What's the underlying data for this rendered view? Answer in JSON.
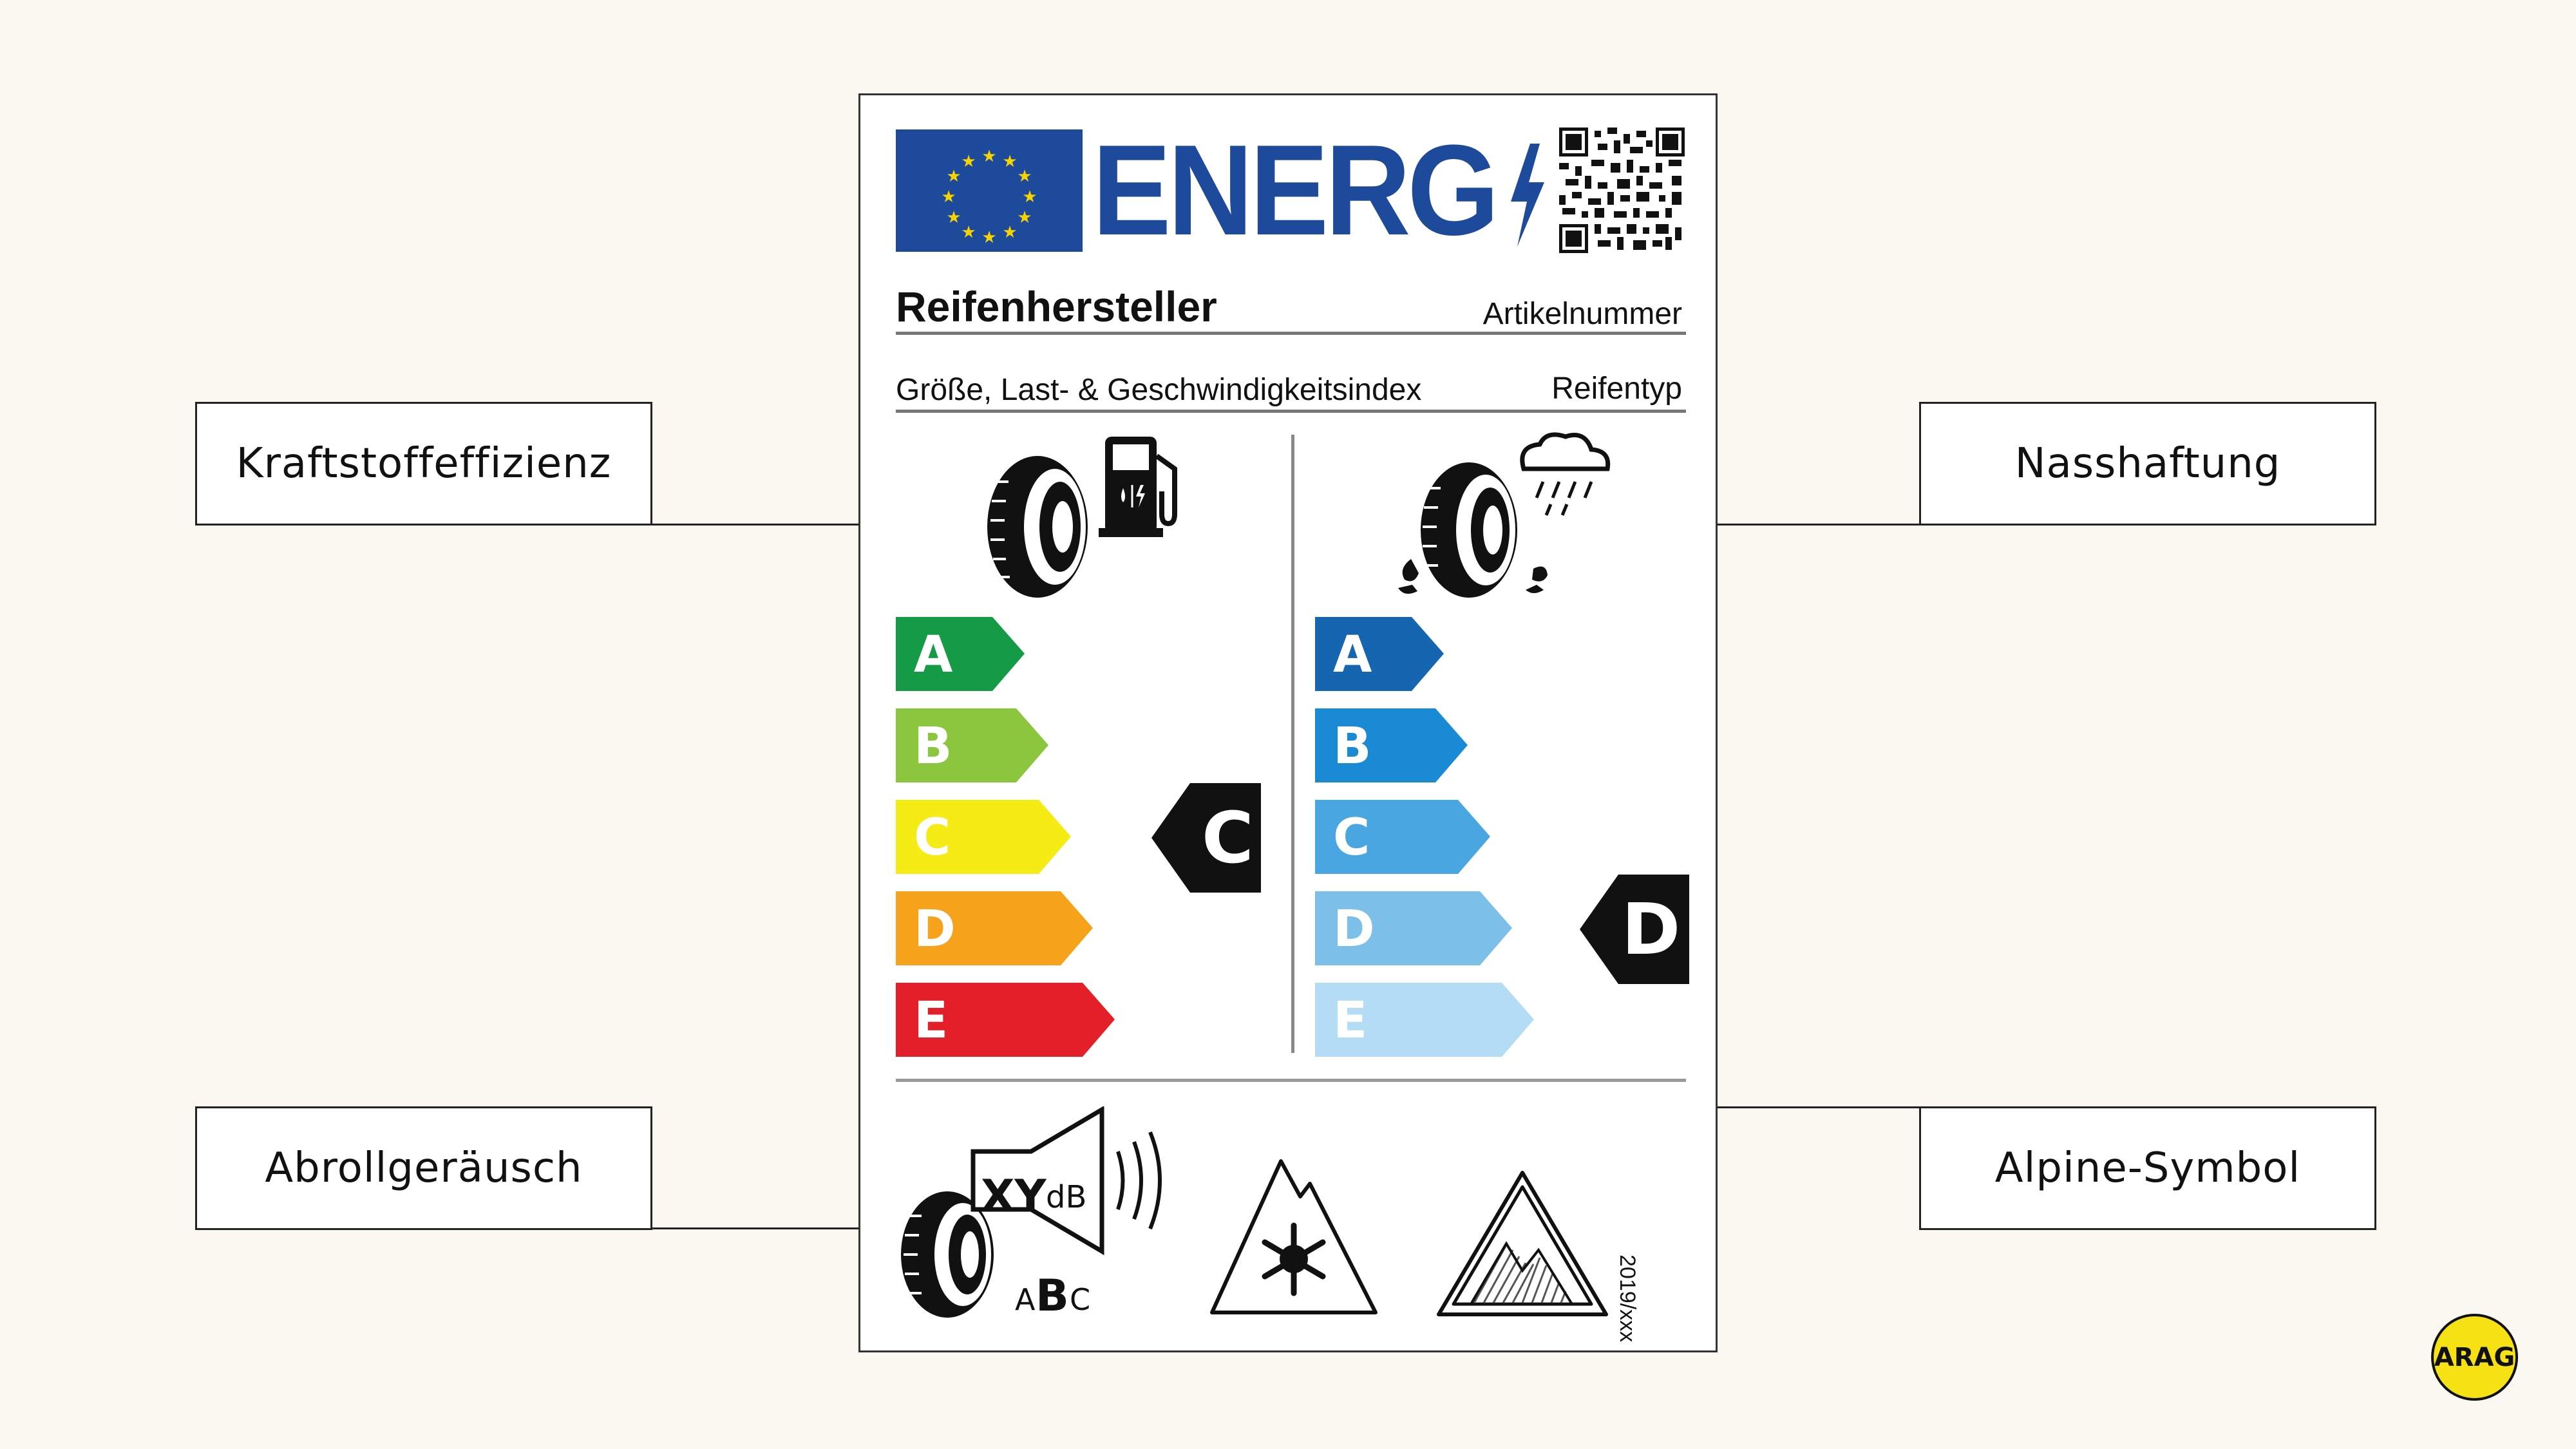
{
  "callouts": {
    "fuel": "Kraftstoffeffizienz",
    "wet": "Nasshaftung",
    "noise": "Abrollgeräusch",
    "alpine": "Alpine-Symbol"
  },
  "label": {
    "energy_word": "ENERG",
    "manufacturer": "Reifenhersteller",
    "article_number": "Artikelnummer",
    "size_index": "Größe, Last- & Geschwindigkeitsindex",
    "tyre_type": "Reifentyp",
    "regulation": "2019/xxx"
  },
  "fuel_scale": {
    "classes": [
      "A",
      "B",
      "C",
      "D",
      "E"
    ],
    "colors": [
      "#159a46",
      "#8cc63f",
      "#f6ec15",
      "#f7a21b",
      "#e3202a"
    ],
    "rating": "C"
  },
  "wet_scale": {
    "classes": [
      "A",
      "B",
      "C",
      "D",
      "E"
    ],
    "colors": [
      "#1565b0",
      "#1a8ad4",
      "#4aa6e0",
      "#7cc0ea",
      "#b4dcf5"
    ],
    "rating": "D"
  },
  "noise": {
    "value": "XY",
    "unit": "dB",
    "class_a": "A",
    "class_b": "B",
    "class_c": "C"
  },
  "brand": {
    "logo_text": "ARAG",
    "logo_color": "#f6e214"
  }
}
